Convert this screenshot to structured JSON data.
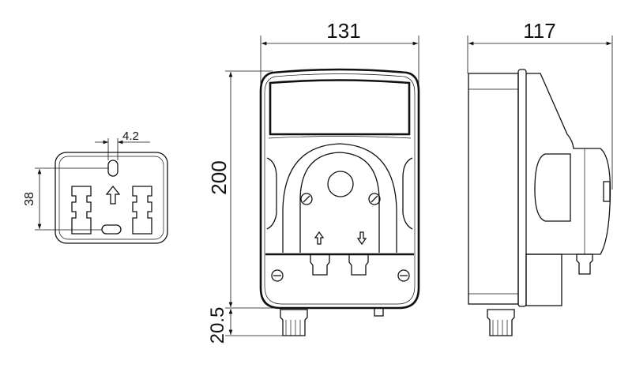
{
  "dimensions": {
    "front_width": "131",
    "side_depth": "117",
    "height": "200",
    "bottom_offset": "20.5",
    "bracket_hole_width": "4.2",
    "bracket_hole_spacing": "38"
  },
  "colors": {
    "line": "#111111",
    "background": "#ffffff"
  }
}
